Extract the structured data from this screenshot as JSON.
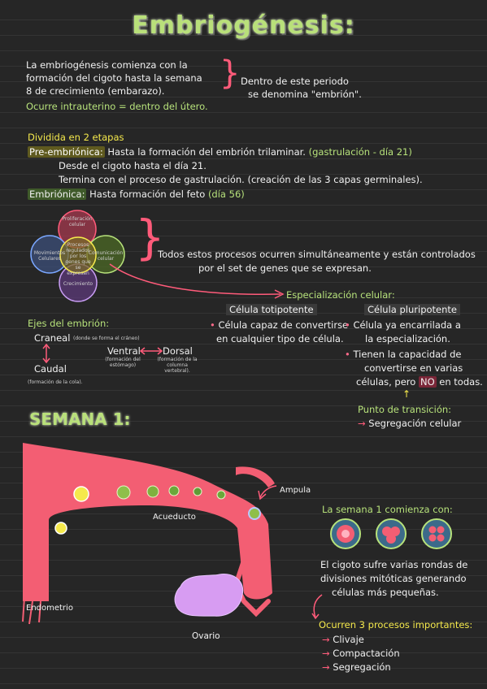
{
  "title": "Embriogénesis:",
  "intro": {
    "line1": "La embriogénesis comienza con la",
    "line2": "formación del cigoto hasta la semana",
    "line3": "8 de crecimiento (embarazo).",
    "line4": "Ocurre intrauterino = dentro del útero.",
    "side1": "Dentro de este periodo",
    "side2": "se denomina \"embrión\"."
  },
  "stages": {
    "heading": "Dividida en 2 etapas",
    "pre_label": "Pre-embriónica:",
    "pre_text": "Hasta la formación del embrión trilaminar.",
    "pre_note": "(gastrulación - día 21)",
    "pre_line2": "Desde el cigoto hasta el día 21.",
    "pre_line3": "Termina con el proceso de gastrulación. (creación de las 3 capas germinales).",
    "emb_label": "Embriónica:",
    "emb_text": "Hasta formación del feto",
    "emb_note": "(día 56)"
  },
  "venn": {
    "top": "Proliferación celular",
    "left": "Movimientos Celulares",
    "center": "Procesos regulados por los genes que se expresan",
    "right": "Comunicación celular",
    "bottom": "Crecimiento"
  },
  "processes_note": {
    "line1": "Todos estos procesos ocurren simultáneamente y están controlados",
    "line2": "por el set de genes que se expresan."
  },
  "specialization": {
    "heading": "Especialización celular:",
    "totipotent_title": "Célula totipotente",
    "totipotent_line1": "Célula capaz de convertirse",
    "totipotent_line2": "en cualquier tipo de célula.",
    "pluripotent_title": "Célula pluripotente",
    "pluri_line1": "Célula ya encarrilada a",
    "pluri_line2": "la especialización.",
    "pluri_line3": "Tienen la capacidad de",
    "pluri_line4": "convertirse en varias",
    "pluri_line5a": "células, pero",
    "pluri_line5b": "NO",
    "pluri_line5c": "en todas.",
    "transition_title": "Punto de transición:",
    "transition_text": "Segregación celular"
  },
  "axes": {
    "heading": "Ejes del embrión:",
    "craneal": "Craneal",
    "craneal_note": "(donde se forma el cráneo)",
    "caudal": "Caudal",
    "caudal_note": "(formación de la cola).",
    "ventral": "Ventral",
    "ventral_note": "(formación del estómago)",
    "dorsal": "Dorsal",
    "dorsal_note": "(formación de la columna vertebral)."
  },
  "week1": {
    "heading": "SEMANA 1:",
    "ampula": "Ampula",
    "acueducto": "Acueducto",
    "endometrio": "Endometrio",
    "ovario": "Ovario",
    "begins": "La semana 1 comienza con:",
    "desc1": "El cigoto sufre varias rondas de",
    "desc2": "divisiones mitóticas generando",
    "desc3": "células más pequeñas.",
    "processes_heading": "Ocurren 3 procesos importantes:",
    "process1": "Clivaje",
    "process2": "Compactación",
    "process3": "Segregación"
  },
  "colors": {
    "accent_green": "#b7e27b",
    "accent_yellow": "#f5e94c",
    "accent_pink": "#ff5b7a",
    "tube": "#f35e73",
    "ovary": "#d79cf2",
    "background": "#262626"
  }
}
